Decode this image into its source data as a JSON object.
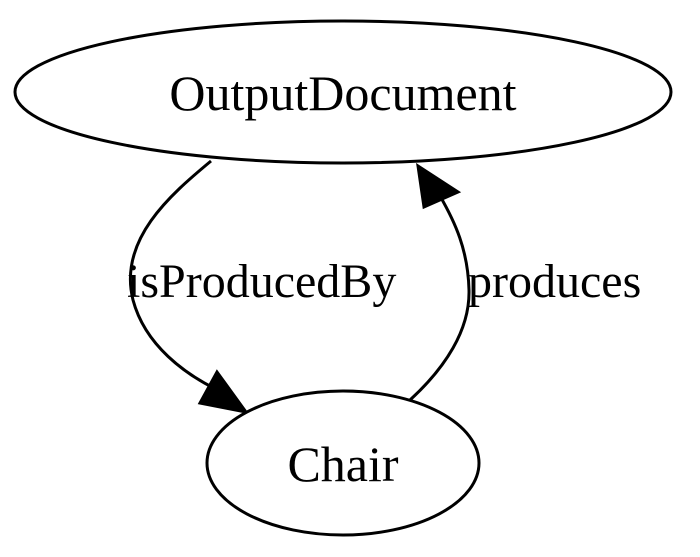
{
  "diagram": {
    "nodes": [
      {
        "id": "output-document",
        "label": "OutputDocument"
      },
      {
        "id": "chair",
        "label": "Chair"
      }
    ],
    "edges": [
      {
        "from": "output-document",
        "to": "chair",
        "label": "isProducedBy"
      },
      {
        "from": "chair",
        "to": "output-document",
        "label": "produces"
      }
    ],
    "colors": {
      "stroke": "#000000",
      "fill": "#ffffff",
      "text": "#000000"
    }
  }
}
